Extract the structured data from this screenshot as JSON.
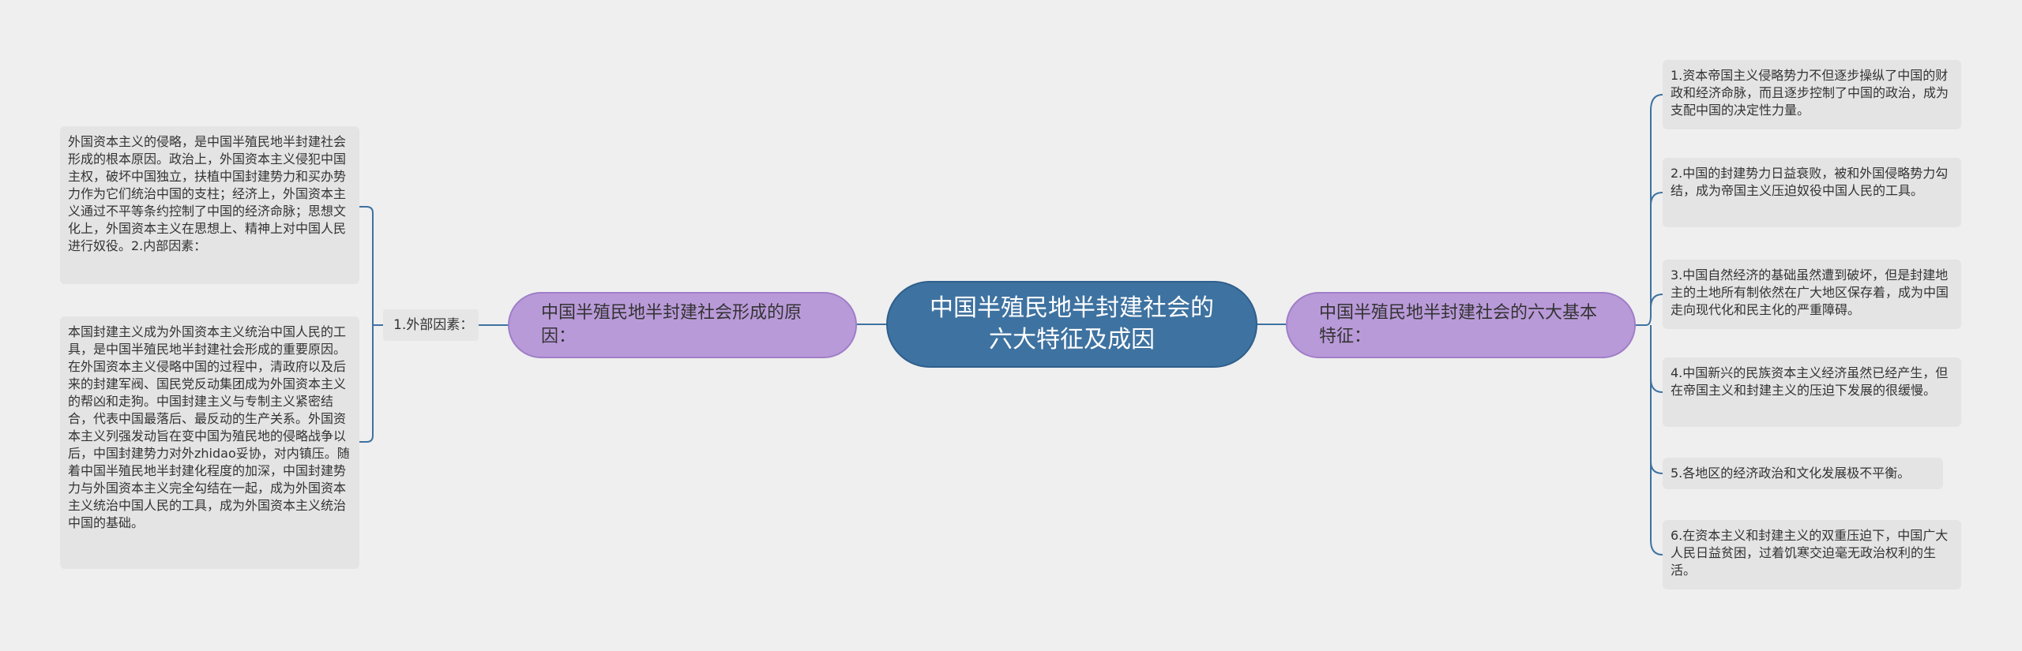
{
  "root": {
    "title": "中国半殖民地半封建社会的六大特征及成因"
  },
  "left_branch": {
    "title": "中国半殖民地半封建社会形成的原因：",
    "sub_label": "1.外部因素：",
    "leaves": [
      "外国资本主义的侵略，是中国半殖民地半封建社会形成的根本原因。政治上，外国资本主义侵犯中国主权，破坏中国独立，扶植中国封建势力和买办势力作为它们统治中国的支柱；经济上，外国资本主义通过不平等条约控制了中国的经济命脉；思想文化上，外国资本主义在思想上、精神上对中国人民进行奴役。2.内部因素：",
      "本国封建主义成为外国资本主义统治中国人民的工具，是中国半殖民地半封建社会形成的重要原因。在外国资本主义侵略中国的过程中，清政府以及后来的封建军阀、国民党反动集团成为外国资本主义的帮凶和走狗。中国封建主义与专制主义紧密结合，代表中国最落后、最反动的生产关系。外国资本主义列强发动旨在变中国为殖民地的侵略战争以后，中国封建势力对外zhidao妥协，对内镇压。随着中国半殖民地半封建化程度的加深，中国封建势力与外国资本主义完全勾结在一起，成为外国资本主义统治中国人民的工具，成为外国资本主义统治中国的基础。"
    ]
  },
  "right_branch": {
    "title": "中国半殖民地半封建社会的六大基本特征：",
    "leaves": [
      "1.资本帝国主义侵略势力不但逐步操纵了中国的财政和经济命脉，而且逐步控制了中国的政治，成为支配中国的决定性力量。",
      "2.中国的封建势力日益衰败，被和外国侵略势力勾结，成为帝国主义压迫奴役中国人民的工具。",
      "3.中国自然经济的基础虽然遭到破坏，但是封建地主的土地所有制依然在广大地区保存着，成为中国走向现代化和民主化的严重障碍。",
      "4.中国新兴的民族资本主义经济虽然已经产生，但在帝国主义和封建主义的压迫下发展的很缓慢。",
      "5.各地区的经济政治和文化发展极不平衡。",
      "6.在资本主义和封建主义的双重压迫下，中国广大人民日益贫困，过着饥寒交迫毫无政治权利的生活。"
    ]
  },
  "colors": {
    "background": "#efefef",
    "root_fill": "#3e72a0",
    "branch_fill": "#b99ad8",
    "leaf_fill": "#e4e4e4",
    "connector": "#3e72a0"
  }
}
